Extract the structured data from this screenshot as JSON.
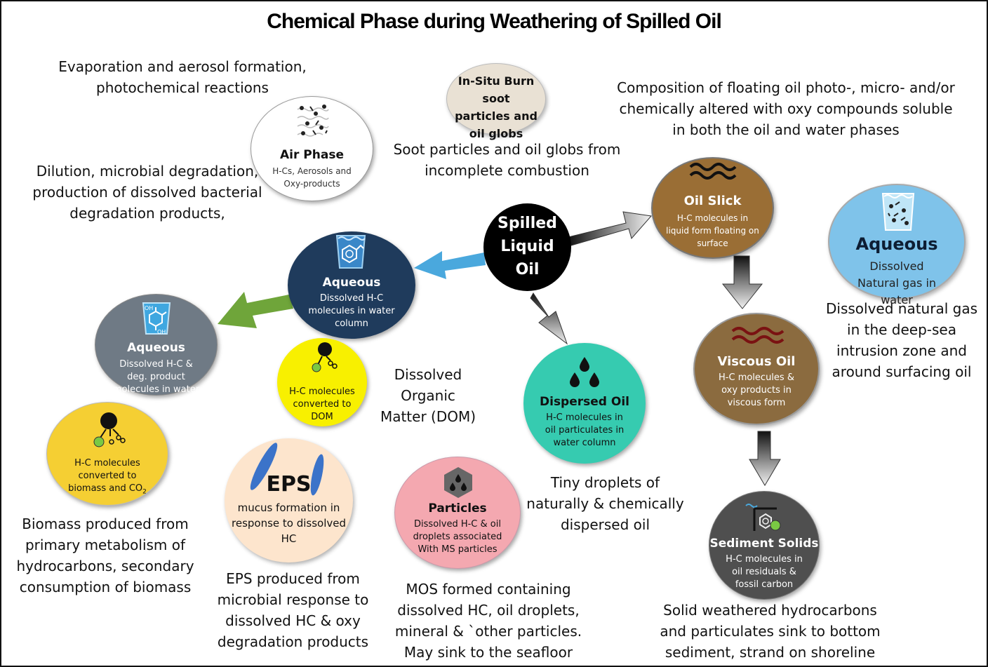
{
  "title": "Chemical Phase during Weathering of Spilled Oil",
  "colors": {
    "air": "#ffffff",
    "insitu": "#e9e1d4",
    "oil_slick": "#9a6e35",
    "viscous": "#8b6b3f",
    "aqueous_gas": "#7fc3ea",
    "aqueous_water": "#1f3b5c",
    "aqueous_deg": "#6f7a85",
    "dom": "#f8f000",
    "biomass": "#f5cf33",
    "eps": "#fde5cd",
    "particles": "#f4a8b0",
    "dispersed": "#36cbb0",
    "sediment": "#4f4f4f",
    "arrow_blue": "#4aa8dd",
    "arrow_green": "#6fa53a"
  },
  "nodes": {
    "spilled": {
      "title": "Spilled Liquid Oil"
    },
    "air": {
      "title": "Air Phase",
      "desc": "H-Cs, Aerosols and Oxy-products",
      "icon": "gas-molecules-icon"
    },
    "insitu": {
      "title": "In-Situ Burn soot particles and oil globs"
    },
    "oil_slick": {
      "title": "Oil Slick",
      "desc": "H-C molecules in liquid form floating on surface",
      "icon": "wave-icon"
    },
    "aqueous_gas": {
      "title": "Aqueous",
      "desc": "Dissolved Natural gas in water",
      "icon": "gas-in-water-icon"
    },
    "aqueous_water": {
      "title": "Aqueous",
      "desc": "Dissolved H-C molecules in water column",
      "icon": "benzene-in-water-icon"
    },
    "aqueous_deg": {
      "title": "Aqueous",
      "desc": "Dissolved H-C & deg. product molecules in water",
      "icon": "degradation-product-icon"
    },
    "viscous": {
      "title": "Viscous Oil",
      "desc": "H-C molecules & oxy products in viscous form",
      "icon": "viscous-wave-icon"
    },
    "dom": {
      "desc": "H-C molecules converted to DOM",
      "icon": "dom-conversion-icon"
    },
    "dispersed": {
      "title": "Dispersed Oil",
      "desc": "H-C molecules in oil particulates in water column",
      "icon": "droplets-icon"
    },
    "biomass": {
      "desc": "H-C molecules converted to biomass and CO",
      "sub": "2",
      "icon": "biomass-conversion-icon"
    },
    "eps": {
      "title": "EPS",
      "desc": "mucus formation in response to dissolved HC",
      "icon": "eps-strands-icon"
    },
    "particles": {
      "title": "Particles",
      "desc": "Dissolved H-C & oil droplets associated With MS particles",
      "icon": "hexagon-droplets-icon"
    },
    "sediment": {
      "title": "Sediment Solids",
      "desc": "H-C molecules in oil residuals & fossil carbon",
      "icon": "sediment-molecule-icon"
    }
  },
  "captions": {
    "evaporation": [
      "Evaporation and aerosol formation,",
      "photochemical reactions"
    ],
    "dilution": [
      "Dilution, microbial degradation,",
      "production of dissolved bacterial",
      "degradation products,"
    ],
    "soot": [
      "Soot particles and oil globs from",
      "incomplete combustion"
    ],
    "floating": [
      "Composition of floating oil photo-, micro- and/or",
      "chemically altered with oxy compounds soluble",
      "in both the oil and water phases"
    ],
    "natural_gas": [
      "Dissolved natural gas",
      "in the deep-sea",
      "intrusion zone and",
      "around surfacing oil"
    ],
    "dom": [
      "Dissolved",
      "Organic",
      "Matter (DOM)"
    ],
    "droplets": [
      "Tiny droplets of",
      "naturally & chemically",
      "dispersed oil"
    ],
    "biomass": [
      "Biomass produced from",
      "primary metabolism of",
      "hydrocarbons, secondary",
      "consumption of biomass"
    ],
    "eps": [
      "EPS produced from",
      "microbial response to",
      "dissolved HC & oxy",
      "degradation products"
    ],
    "mos": [
      "MOS formed containing",
      "dissolved HC, oil droplets,",
      "mineral & `other particles.",
      "May sink to the seafloor"
    ],
    "sediment": [
      "Solid weathered hydrocarbons",
      "and particulates sink to bottom",
      "sediment, strand on shoreline"
    ]
  }
}
